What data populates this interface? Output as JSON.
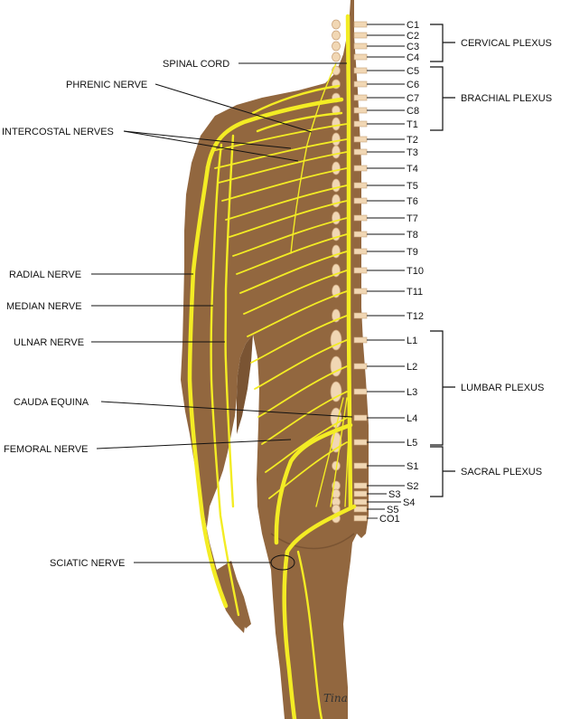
{
  "colors": {
    "skin": "#92673f",
    "skin_shadow": "#7a5433",
    "nerve": "#f3ec24",
    "nerve_edge": "#d8cf10",
    "vertebra": "#f1d7b4",
    "disc": "#c9a27a",
    "label_text": "#111111",
    "background": "#ffffff"
  },
  "spinal_levels": {
    "cervical": [
      "C1",
      "C2",
      "C3",
      "C4",
      "C5",
      "C6",
      "C7",
      "C8"
    ],
    "thoracic": [
      "T1",
      "T2",
      "T3",
      "T4",
      "T5",
      "T6",
      "T7",
      "T8",
      "T9",
      "T10",
      "T11",
      "T12"
    ],
    "lumbar": [
      "L1",
      "L2",
      "L3",
      "L4",
      "L5"
    ],
    "sacral": [
      "S1",
      "S2",
      "S3",
      "S4",
      "S5"
    ],
    "coccygeal": [
      "CO1"
    ]
  },
  "plexuses": {
    "cervical": "CERVICAL PLEXUS",
    "brachial": "BRACHIAL PLEXUS",
    "lumbar": "LUMBAR PLEXUS",
    "sacral": "SACRAL PLEXUS"
  },
  "nerve_labels": {
    "spinal_cord": "SPINAL CORD",
    "phrenic": "PHRENIC NERVE",
    "intercostal": "INTERCOSTAL NERVES",
    "radial": "RADIAL NERVE",
    "median": "MEDIAN NERVE",
    "ulnar": "ULNAR NERVE",
    "cauda_equina": "CAUDA EQUINA",
    "femoral": "FEMORAL NERVE",
    "sciatic": "SCIATIC NERVE"
  },
  "signature": "Tina"
}
